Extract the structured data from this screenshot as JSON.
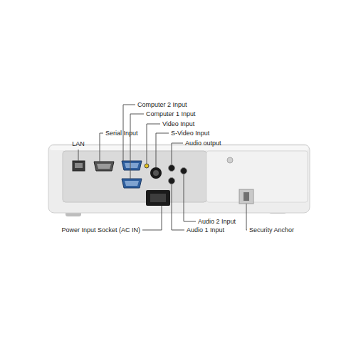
{
  "diagram": {
    "labels": [
      "Computer 2 Input",
      "Computer 1 Input",
      "Serial Input",
      "Video Input",
      "S-Video Input",
      "LAN",
      "Audio output",
      "Power Input Socket (AC IN)",
      "Audio 2 Input",
      "Audio 1 Input",
      "Security Anchor"
    ]
  }
}
